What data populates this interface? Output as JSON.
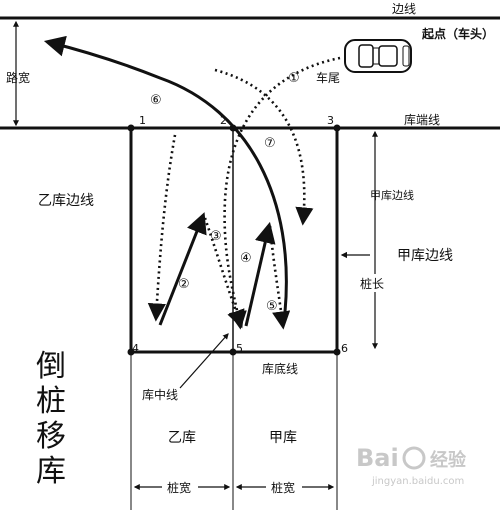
{
  "labels": {
    "road_edge": "边线",
    "start_point": "起点（车头）",
    "road_width": "路宽",
    "rear": "车尾",
    "garage_front_line": "库端线",
    "garage_b_side": "乙库边线",
    "garage_a_side_inner": "甲库边线",
    "garage_a_side": "甲库边线",
    "pile_length": "桩长",
    "garage_center": "库中线",
    "garage_bottom": "库底线",
    "garage_b": "乙库",
    "garage_a": "甲库",
    "pile_width_left": "桩宽",
    "pile_width_right": "桩宽"
  },
  "title_chars": [
    "倒",
    "桩",
    "移",
    "库"
  ],
  "points": [
    "1",
    "2",
    "3",
    "4",
    "5",
    "6"
  ],
  "steps": [
    "①",
    "②",
    "③",
    "④",
    "⑤",
    "⑥",
    "⑦"
  ],
  "watermark": {
    "brand": "Bai",
    "brand2": "经验",
    "url": "jingyan.baidu.com"
  },
  "colors": {
    "line": "#111111",
    "background": "#ffffff",
    "watermark": "#c8c8c8"
  }
}
